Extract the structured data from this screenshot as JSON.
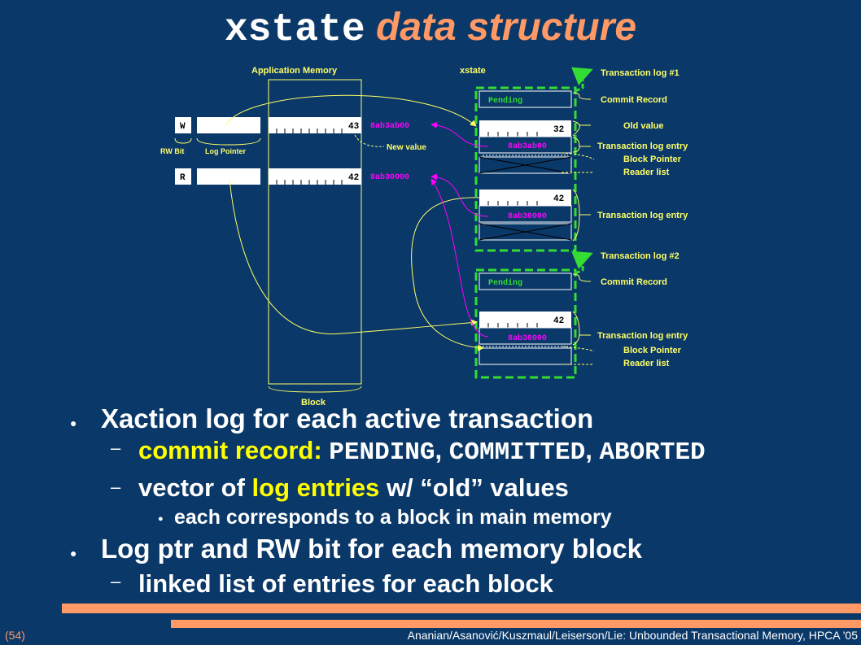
{
  "title": {
    "mono": "xstate",
    "italic": "data structure"
  },
  "diagram": {
    "app_memory_label": "Application Memory",
    "xstate_label": "xstate",
    "block_label": "Block",
    "rw_bit_label": "RW Bit",
    "log_pointer_label": "Log Pointer",
    "new_value_label": "New value",
    "w_bit": "W",
    "r_bit": "R",
    "block1_value": "43",
    "block2_value": "42",
    "addr1": "8ab3ab00",
    "addr2": "8ab30000",
    "pending": "Pending",
    "old_val_32": "32",
    "log1_addr1": "8ab3ab00",
    "log1_val2": "42",
    "log1_addr2": "8ab30000",
    "log2_val": "42",
    "log2_addr": "8ab30000",
    "labels": {
      "txlog1": "Transaction log #1",
      "commit1": "Commit Record",
      "old_value": "Old value",
      "entry1": "Transaction log entry",
      "block_ptr1": "Block Pointer",
      "reader1": "Reader list",
      "entry2": "Transaction log entry",
      "txlog2": "Transaction log #2",
      "commit2": "Commit Record",
      "entry3": "Transaction log entry",
      "block_ptr2": "Block Pointer",
      "reader2": "Reader list"
    }
  },
  "bullets": {
    "b1": "Xaction log for each active transaction",
    "b1a_label": "commit record:",
    "b1a_pending": "PENDING",
    "b1a_committed": "COMMITTED",
    "b1a_aborted": "ABORTED",
    "b1b_pre": "vector of",
    "b1b_hl": "log entries",
    "b1b_post": "w/ “old” values",
    "b1b_sub": "each corresponds to a block in main memory",
    "b2": "Log ptr and RW bit for each memory block",
    "b2a": "linked list of entries for each block"
  },
  "footer": {
    "slide_number": "(54)",
    "citation": "Ananian/Asanović/Kuszmaul/Leiserson/Lie: Unbounded Transactional Memory, HPCA '05"
  },
  "colors": {
    "background": "#0a3868",
    "accent": "#ff9966",
    "highlight": "#ffff00",
    "pointer": "#ff00ff",
    "dashed_box": "#33dd33"
  }
}
